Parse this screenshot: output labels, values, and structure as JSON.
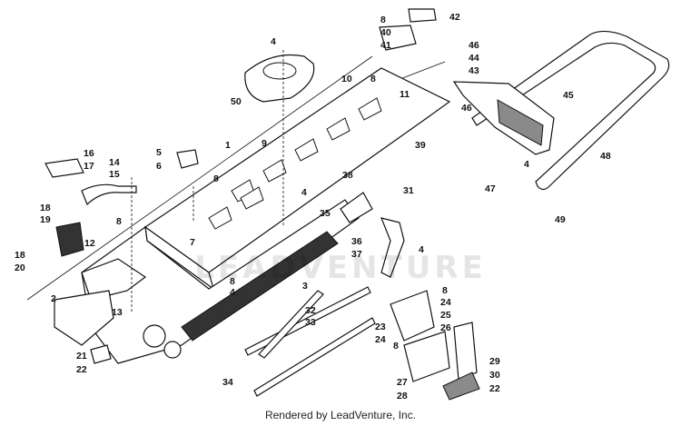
{
  "footer_text": "Rendered by LeadVenture, Inc.",
  "watermark_text": "LEADVENTURE",
  "callouts": [
    "1",
    "2",
    "3",
    "4",
    "4",
    "4",
    "4",
    "4",
    "5",
    "6",
    "7",
    "8",
    "8",
    "8",
    "8",
    "8",
    "8",
    "8",
    "9",
    "10",
    "11",
    "12",
    "13",
    "14",
    "15",
    "16",
    "17",
    "18",
    "18",
    "19",
    "20",
    "21",
    "22",
    "22",
    "23",
    "24",
    "24",
    "25",
    "26",
    "27",
    "28",
    "29",
    "30",
    "31",
    "32",
    "33",
    "34",
    "35",
    "36",
    "37",
    "38",
    "39",
    "40",
    "41",
    "42",
    "43",
    "44",
    "45",
    "46",
    "46",
    "47",
    "48",
    "49",
    "50"
  ]
}
